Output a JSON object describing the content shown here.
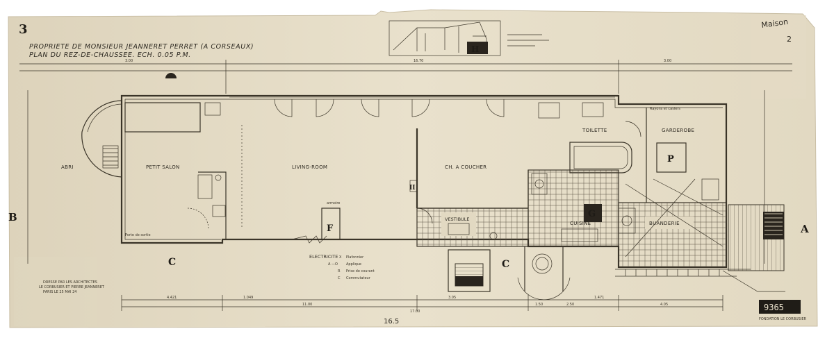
{
  "sheet": {
    "number": "3",
    "title_line1": "PROPRIETE DE MONSIEUR JEANNERET PERRET (A CORSEAUX)",
    "title_line2": "PLAN DU REZ-DE-CHAUSSEE. ECH. 0.05 P.M.",
    "corner_pencil": "Maison",
    "corner_num": "2",
    "stamp_number": "9365",
    "stamp_label": "FONDATION LE CORBUSIER",
    "bottom_pencil": "16.5"
  },
  "rooms": {
    "abri": "ABRI",
    "petit_salon": "PETIT SALON",
    "living_room": "LIVING-ROOM",
    "ch_coucher": "CH. A COUCHER",
    "toilette": "TOILETTE",
    "garderobe": "GARDEROBE",
    "cuisine": "CUISINE",
    "buanderie": "BUANDERIE",
    "vestibule": "VESTIBULE"
  },
  "letters": {
    "F": "F",
    "G": "G",
    "H": "H",
    "P": "P",
    "A": "A",
    "B": "B",
    "C": "C",
    "II": "II"
  },
  "dimensions": {
    "total_top": "16.70",
    "seg_left": "3.00",
    "seg_right": "3.00",
    "total_bottom": "17.00",
    "bottom_1": "4.421",
    "bottom_2": "1.049",
    "bottom_3": "11.00",
    "bottom_4": "3.05",
    "bottom_5": "1.50",
    "bottom_6": "2.50",
    "bottom_7": "1.471",
    "bottom_8": "4.05"
  },
  "legend": {
    "heading": "ELECTRICITE",
    "items": [
      "Plafonnier",
      "Applique",
      "Prise de courant",
      "Commutateur"
    ],
    "symbols": [
      "X",
      "A —O",
      "R",
      "C"
    ]
  },
  "signature": {
    "line1": "DRESSE PAR LES ARCHITECTES",
    "line2": "LE CORBUSIER ET PIERRE JEANNERET",
    "line3": "PARIS LE 25 MAI 24"
  },
  "notes": {
    "armoire": "armoire",
    "porte_de_sortie": "Porte de sortie",
    "rayon": "Rayons et casiers"
  }
}
